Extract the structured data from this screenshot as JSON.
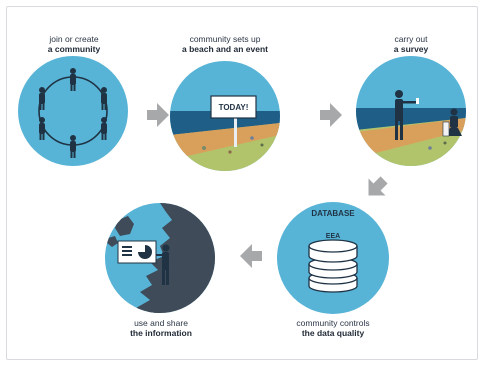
{
  "steps": [
    {
      "line1": "join or create",
      "line2": "a community"
    },
    {
      "line1": "community sets up",
      "line2": "a beach and an event",
      "sign": "TODAY!"
    },
    {
      "line1": "carry out",
      "line2": "a survey"
    },
    {
      "line1": "community controls",
      "line2": "the data quality",
      "db_title": "DATABASE",
      "db_label": "EEA"
    },
    {
      "line1": "use and share",
      "line2": "the information"
    }
  ],
  "colors": {
    "circle": "#58b4d6",
    "sea": "#1f5e86",
    "sand": "#d9a05c",
    "grass": "#b2c46b",
    "arrow": "#a7a8aa",
    "figure": "#1f3345"
  }
}
